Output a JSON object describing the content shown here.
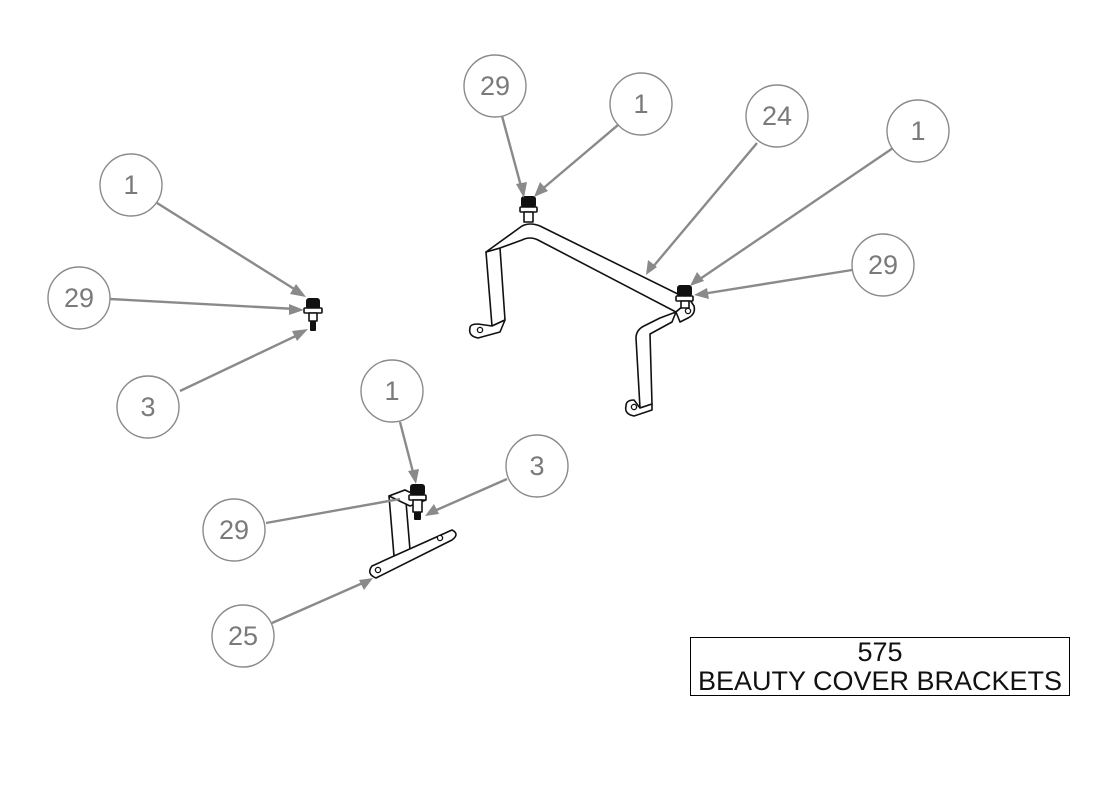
{
  "drawing": {
    "title_block": {
      "number": "575",
      "name": "BEAUTY COVER BRACKETS"
    },
    "balloons": [
      {
        "id": "b1",
        "label": "1"
      },
      {
        "id": "b2",
        "label": "29"
      },
      {
        "id": "b3",
        "label": "3"
      },
      {
        "id": "b4",
        "label": "29"
      },
      {
        "id": "b5",
        "label": "1"
      },
      {
        "id": "b6",
        "label": "24"
      },
      {
        "id": "b7",
        "label": "1"
      },
      {
        "id": "b8",
        "label": "29"
      },
      {
        "id": "b9",
        "label": "1"
      },
      {
        "id": "b10",
        "label": "3"
      },
      {
        "id": "b11",
        "label": "29"
      },
      {
        "id": "b12",
        "label": "25"
      }
    ],
    "colors": {
      "balloon": "#8a8a8a",
      "balloon_text": "#7a7a7a",
      "part_outline": "#111111",
      "background": "#ffffff"
    }
  }
}
